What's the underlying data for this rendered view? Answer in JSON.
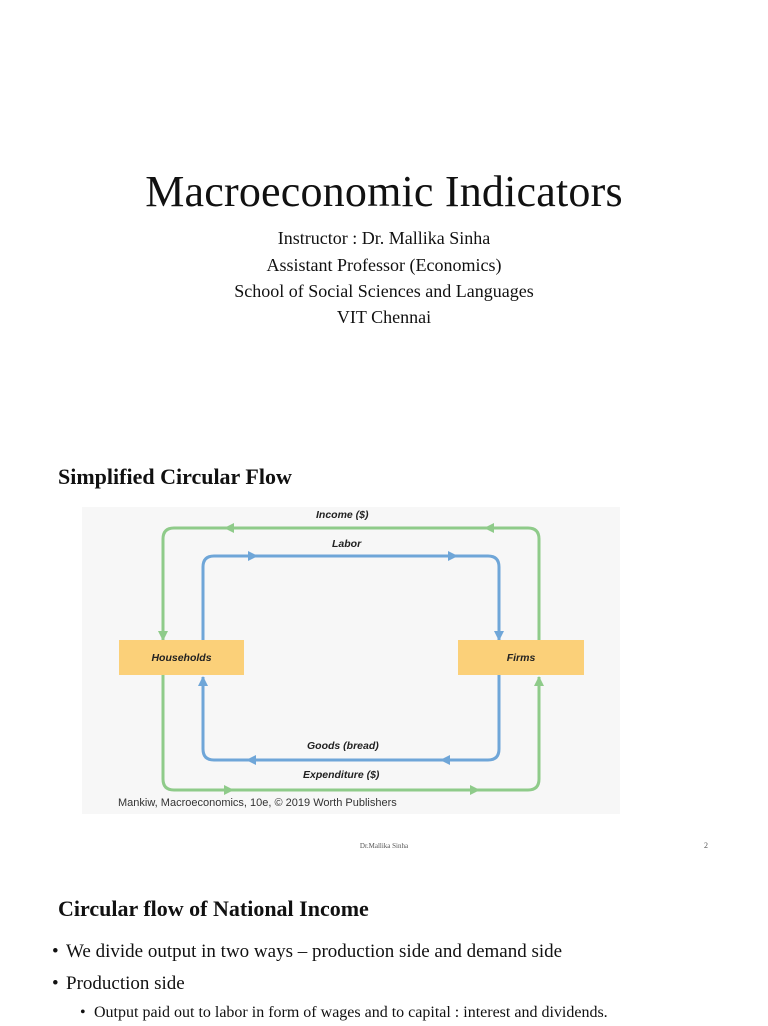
{
  "slide1": {
    "title": "Macroeconomic Indicators",
    "lines": [
      "Instructor : Dr. Mallika Sinha",
      "Assistant Professor (Economics)",
      "School of Social Sciences and Languages",
      "VIT Chennai"
    ]
  },
  "slide2": {
    "heading": "Simplified Circular Flow",
    "diagram": {
      "income": "Income ($)",
      "labor": "Labor",
      "goods": "Goods (bread)",
      "expenditure": "Expenditure ($)",
      "households": "Households",
      "firms": "Firms",
      "credit": "Mankiw, Macroeconomics, 10e, © 2019 Worth Publishers",
      "colors": {
        "money_flow": "#8fcb8a",
        "real_flow": "#6fa6d8",
        "box": "#fbd079"
      }
    },
    "footer": {
      "author": "Dr.Mallika Sinha",
      "page": "2"
    }
  },
  "slide3": {
    "heading": "Circular flow of National Income",
    "bullets": [
      "We divide output in two ways – production side and demand side",
      "Production side"
    ],
    "sub_bullets": [
      "Output paid out to labor in form of wages and to capital : interest and dividends."
    ]
  }
}
